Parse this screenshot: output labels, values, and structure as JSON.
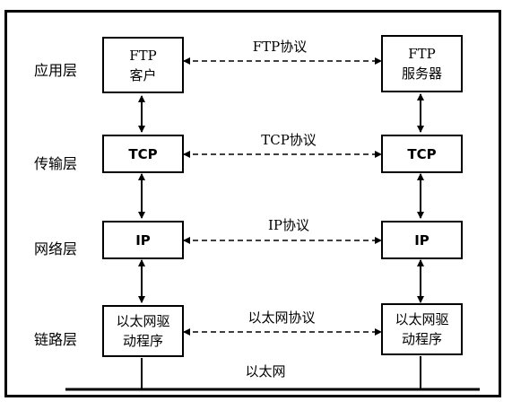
{
  "layers": {
    "application": "应用层",
    "transport": "传输层",
    "network": "网络层",
    "link": "链路层"
  },
  "left_stack": {
    "application": "FTP\n客户",
    "transport": "TCP",
    "network": "IP",
    "link": "以太网驱\n动程序"
  },
  "right_stack": {
    "application": "FTP\n服务器",
    "transport": "TCP",
    "network": "IP",
    "link": "以太网驱\n动程序"
  },
  "protocols": {
    "application": "FTP协议",
    "transport": "TCP协议",
    "network": "IP协议",
    "link": "以太网协议"
  },
  "network_medium": "以太网"
}
